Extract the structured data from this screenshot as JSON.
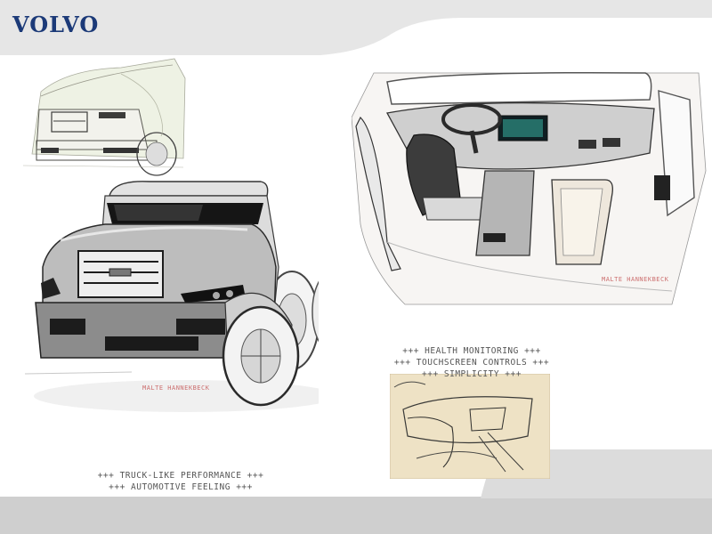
{
  "brand": {
    "logo_text": "VOLVO",
    "logo_color": "#1c3a78"
  },
  "captions": {
    "interior": [
      "+++ HEALTH MONITORING +++",
      "+++ TOUCHSCREEN CONTROLS +++",
      "+++ SIMPLICITY +++"
    ],
    "exterior": [
      "+++ TRUCK-LIKE PERFORMANCE +++",
      "+++ AUTOMOTIVE FEELING +++"
    ]
  },
  "signatures": {
    "truck": "MALTE HANNEKBECK",
    "interior": "MALTE HANNEKBECK"
  },
  "sketches": {
    "top_left": "truck-front-sketch-small",
    "main": "truck-exterior-rendering",
    "interior": "truck-interior-rendering",
    "paper": "interior-paper-sketch"
  },
  "colors": {
    "gray_band": "#e6e6e6",
    "footer": "#d8d8d8",
    "caption_text": "#555555",
    "signature": "#cc6f6f"
  }
}
